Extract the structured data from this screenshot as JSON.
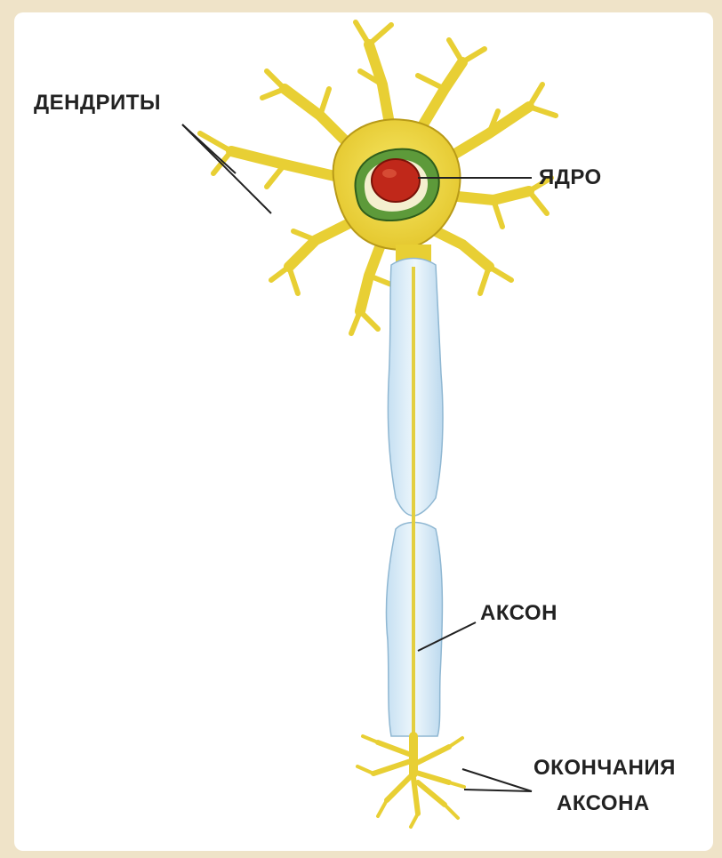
{
  "labels": {
    "dendrites": "ДЕНДРИТЫ",
    "nucleus": "ЯДРО",
    "axon": "АКСОН",
    "terminals_line1": "ОКОНЧАНИЯ",
    "terminals_line2": "АКСОНА"
  },
  "colors": {
    "background": "#efe3c8",
    "cell_body": "#f2dc3c",
    "cell_outline": "#7a6a10",
    "nucleus": "#c0281a",
    "nucleus_ring": "#3f7a2a",
    "myelin": "#d6eaf6",
    "axon_core": "#e6d84a",
    "label_text": "#222222"
  }
}
